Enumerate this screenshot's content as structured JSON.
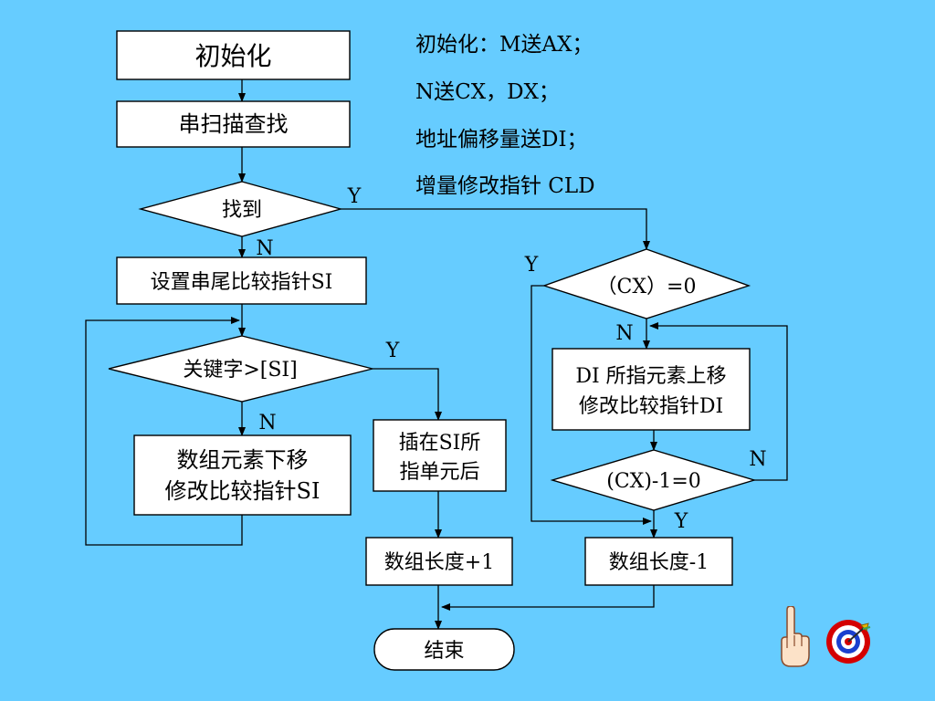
{
  "nodes": {
    "init": "初始化",
    "scan": "串扫描查找",
    "found": "找到",
    "set_pointer": "设置串尾比较指针SI",
    "compare": "关键字>[SI]",
    "shift_line1": "数组元素下移",
    "shift_line2": "修改比较指针SI",
    "insert_line1": "插在SI所",
    "insert_line2": "指单元后",
    "len_plus": "数组长度+1",
    "end": "结束",
    "cx_zero": "（CX）=0",
    "di_line1": "DI 所指元素上移",
    "di_line2": "修改比较指针DI",
    "cx_dec": "(CX)-1=0",
    "len_minus": "数组长度-1"
  },
  "edges": {
    "found_yes": "Y",
    "found_no": "N",
    "compare_yes": "Y",
    "compare_no": "N",
    "cx_zero_yes": "Y",
    "cx_zero_no": "N",
    "cx_dec_yes": "Y",
    "cx_dec_no": "N"
  },
  "notes": [
    "初始化：M送AX；",
    "N送CX，DX；",
    "地址偏移量送DI；",
    "增量修改指针  CLD"
  ],
  "nav_icons": [
    "pointing-hand-icon",
    "target-return-icon"
  ],
  "colors": {
    "background": "#66CCFF",
    "box": "#FFFFFF",
    "line": "#000000",
    "target_red": "#D40000",
    "target_blue": "#1A3FCF"
  }
}
